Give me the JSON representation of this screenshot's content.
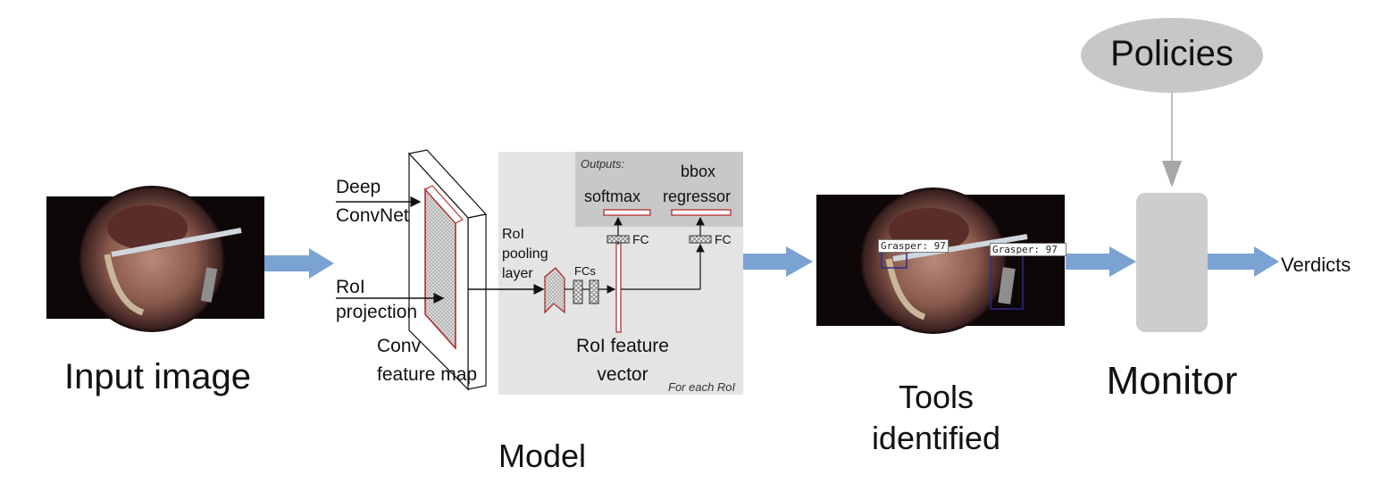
{
  "input": {
    "label": "Input image"
  },
  "model": {
    "label": "Model",
    "deep_convnet": [
      "Deep",
      "ConvNet"
    ],
    "roi_projection": [
      "RoI",
      "projection"
    ],
    "conv_feature_map": [
      "Conv",
      "feature map"
    ],
    "roi_pooling_layer": [
      "RoI",
      "pooling",
      "layer"
    ],
    "fcs": "FCs",
    "fc": "FC",
    "outputs": "Outputs:",
    "softmax": "softmax",
    "bbox_regressor": [
      "bbox",
      "regressor"
    ],
    "roi_feature_vector": [
      "RoI feature",
      "vector"
    ],
    "for_each_roi": "For each RoI"
  },
  "tools": {
    "label": [
      "Tools",
      "identified"
    ],
    "detections": [
      "Grasper: 97",
      "Grasper: 97"
    ]
  },
  "policies": {
    "label": "Policies"
  },
  "monitor": {
    "label": "Monitor"
  },
  "verdicts": {
    "label": "Verdicts"
  },
  "colors": {
    "arrow": "#7aa2d2",
    "monitor_box": "#cdcdcd",
    "policies_ellipse": "#c7c7c7",
    "model_panel": "#e4e4e4",
    "outputs_panel": "#c8c8c8",
    "feature_outline": "#b02020",
    "detection_box": "#2a2a8a"
  }
}
